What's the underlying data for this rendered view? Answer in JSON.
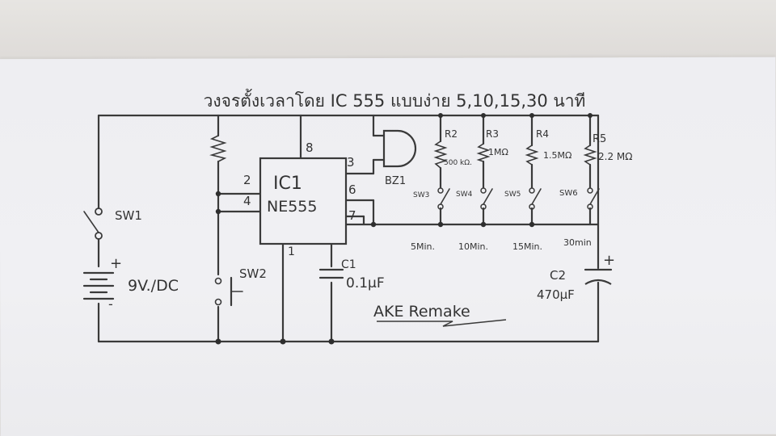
{
  "title": "วงจรตั้งเวลาโดย IC 555 แบบง่าย 5,10,15,30 นาที",
  "ic": {
    "name": "IC1",
    "part": "NE555",
    "pin_8": "8",
    "pin_3": "3",
    "pin_2": "2",
    "pin_4": "4",
    "pin_6": "6",
    "pin_7": "7",
    "pin_1": "1"
  },
  "buzzer": {
    "label": "BZ1"
  },
  "switches": {
    "sw1": "SW1",
    "sw2": "SW2",
    "sw3": "SW3",
    "sw4": "SW4",
    "sw5": "SW5",
    "sw6": "SW6"
  },
  "battery": {
    "label": "9V./DC",
    "plus": "+",
    "minus": "-"
  },
  "resistors": [
    {
      "name": "R2",
      "value": "500 kΩ."
    },
    {
      "name": "R3",
      "value": "1MΩ"
    },
    {
      "name": "R4",
      "value": "1.5MΩ"
    },
    {
      "name": "R5",
      "value": "2.2 MΩ"
    }
  ],
  "capacitors": {
    "c1": {
      "name": "C1",
      "value": "0.1μF"
    },
    "c2": {
      "name": "C2",
      "value": "470μF",
      "plus": "+"
    }
  },
  "times": [
    "5Min.",
    "10Min.",
    "15Min.",
    "30min"
  ],
  "signature": "AKE Remake"
}
